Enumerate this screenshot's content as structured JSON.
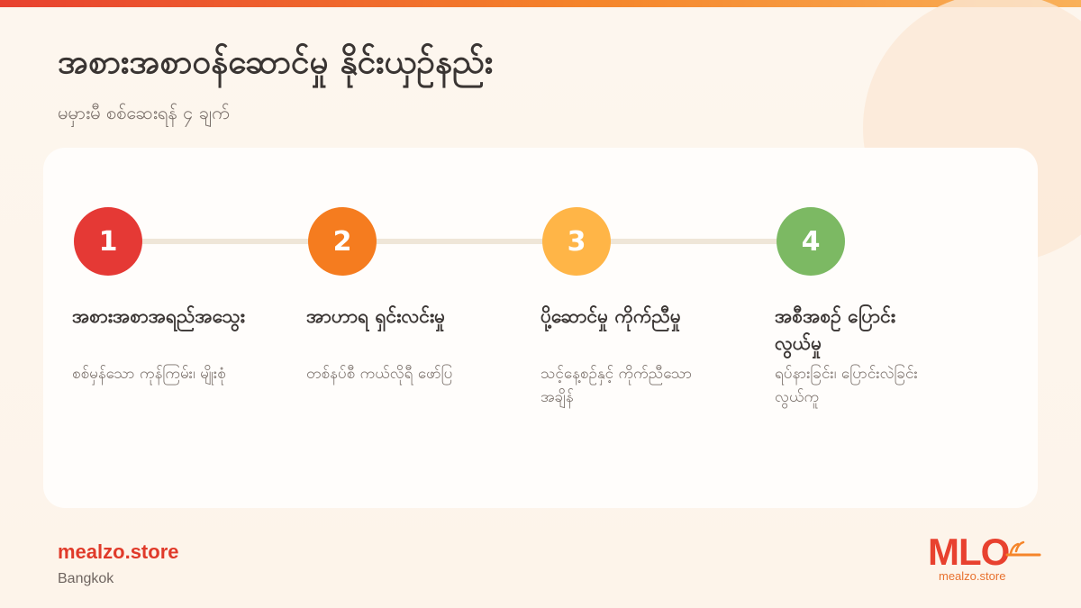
{
  "header": {
    "title": "အစားအစာဝန်ဆောင်မှု နိုင်းယှဉ်နည်း",
    "subtitle": "မမှားမီ စစ်ဆေးရန် ၄ ချက်"
  },
  "steps": [
    {
      "number": "1",
      "color": "#e53935",
      "title": "အစားအစာအရည်အသွေး",
      "desc": "စစ်မှန်သော ကုန်ကြမ်း၊ မျိုးစုံ"
    },
    {
      "number": "2",
      "color": "#f57c1f",
      "title": "အာဟာရ ရှင်းလင်းမှု",
      "desc": "တစ်နပ်စီ ကယ်လိုရီ ဖော်ပြ"
    },
    {
      "number": "3",
      "color": "#ffb547",
      "title": "ပို့ဆောင်မှု ကိုက်ညီမှု",
      "desc": "သင့်နေ့စဉ်နှင့် ကိုက်ညီသောအချိန်"
    },
    {
      "number": "4",
      "color": "#7cb963",
      "title": "အစီအစဉ် ပြောင်းလွယ်မှု",
      "desc": "ရပ်နားခြင်း၊ ပြောင်းလဲခြင်း လွယ်ကူ"
    }
  ],
  "footer": {
    "site": "mealzo.store",
    "city": "Bangkok"
  },
  "logo": {
    "mark": "MLO",
    "sub": "mealzo.store",
    "icon": "bowl-icon"
  },
  "colors": {
    "accent": "#e53935",
    "connector": "#efe6d8"
  }
}
